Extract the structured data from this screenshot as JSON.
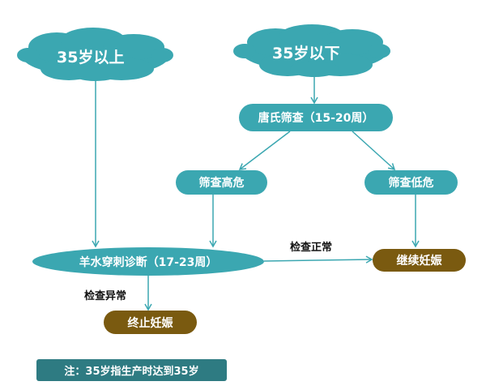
{
  "colors": {
    "teal": "#3ba7b1",
    "brown": "#7a5a10",
    "note": "#2e7b82"
  },
  "nodes": {
    "over35": "35岁以上",
    "under35": "35岁以下",
    "down_screen": "唐氏筛查（15-20周）",
    "high_risk": "筛查高危",
    "low_risk": "筛查低危",
    "amnio": "羊水穿刺诊断（17-23周）",
    "continue": "继续妊娠",
    "terminate": "终止妊娠"
  },
  "edge_labels": {
    "normal": "检查正常",
    "abnormal": "检查异常"
  },
  "note": "注：35岁指生产时达到35岁"
}
